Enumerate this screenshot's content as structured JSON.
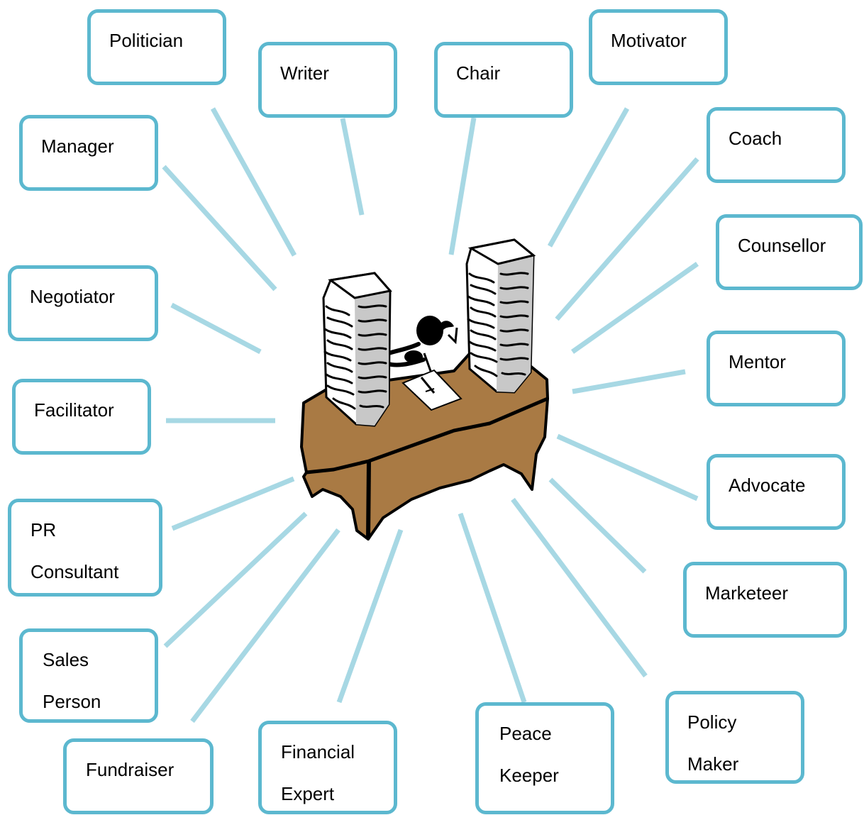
{
  "roles": [
    {
      "key": "politician",
      "label": "Politician"
    },
    {
      "key": "writer",
      "label": "Writer"
    },
    {
      "key": "chair",
      "label": "Chair"
    },
    {
      "key": "motivator",
      "label": "Motivator"
    },
    {
      "key": "manager",
      "label": "Manager"
    },
    {
      "key": "coach",
      "label": "Coach"
    },
    {
      "key": "counsellor",
      "label": "Counsellor"
    },
    {
      "key": "negotiator",
      "label": "Negotiator"
    },
    {
      "key": "mentor",
      "label": "Mentor"
    },
    {
      "key": "facilitator",
      "label": "Facilitator"
    },
    {
      "key": "advocate",
      "label": "Advocate"
    },
    {
      "key": "pr-consultant",
      "label": "PR\nConsultant"
    },
    {
      "key": "marketeer",
      "label": "Marketeer"
    },
    {
      "key": "sales-person",
      "label": "Sales\nPerson"
    },
    {
      "key": "policy-maker",
      "label": "Policy\nMaker"
    },
    {
      "key": "fundraiser",
      "label": "Fundraiser"
    },
    {
      "key": "financial-expert",
      "label": "Financial\nExpert"
    },
    {
      "key": "peace-keeper",
      "label": "Peace\nKeeper"
    }
  ],
  "center_image": {
    "description_icon": "person-at-desk-with-paper-stacks-icon",
    "colors": {
      "desk": "#a97a44",
      "paper": "#ffffff",
      "paper_shade": "#c8c8c8",
      "ink": "#000000"
    }
  },
  "colors": {
    "box_border": "#5cb8cf",
    "connector": "#a7d8e4",
    "text": "#000000",
    "background": "#ffffff"
  }
}
